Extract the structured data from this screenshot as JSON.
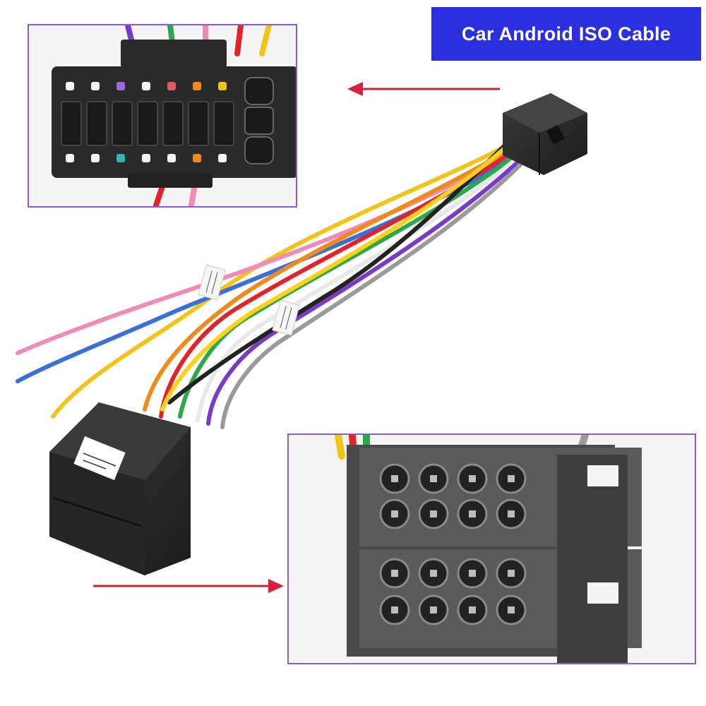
{
  "title": "Car Android ISO Cable",
  "icons": {
    "top_arrow": "left-arrow-icon",
    "bottom_arrow": "right-arrow-icon"
  },
  "colors": {
    "banner": "#2b2fe0",
    "inset_border": "#8a5ad8",
    "arrow": "#d8203a",
    "connector": "#2a2a2a"
  },
  "wires": [
    "yellow",
    "red",
    "black",
    "orange",
    "pink",
    "purple",
    "blue",
    "green",
    "white",
    "gray"
  ]
}
